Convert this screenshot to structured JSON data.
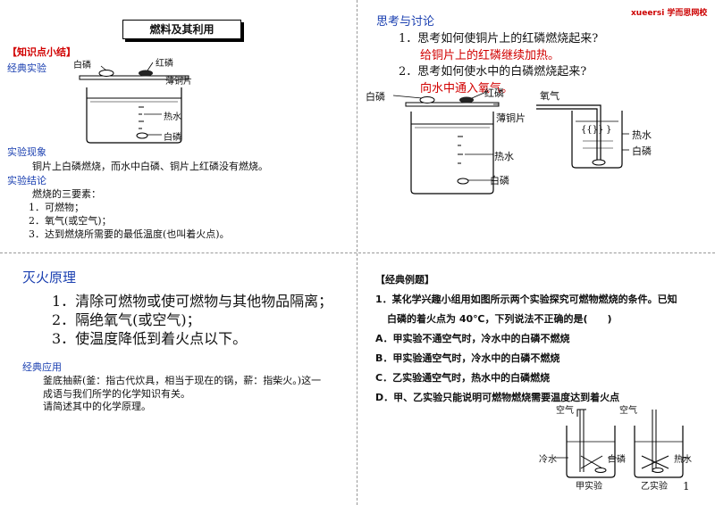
{
  "q1": {
    "title": "燃料及其利用",
    "section_tag": "【知识点小结】",
    "classic_label": "经典实验",
    "fig_labels": {
      "white_p_top": "白磷",
      "red_p": "红磷",
      "copper": "薄铜片",
      "hot_water": "热水",
      "white_p_bottom": "白磷"
    },
    "phenomenon_label": "实验现象",
    "phenomenon_text": "铜片上白磷燃烧，而水中白磷、铜片上红磷没有燃烧。",
    "conclusion_label": "实验结论",
    "conclusion_intro": "燃烧的三要素：",
    "conclusion_items": [
      "1．可燃物；",
      "2．氧气(或空气)；",
      "3．达到燃烧所需要的最低温度(也叫着火点)。"
    ]
  },
  "q2": {
    "logo_text": "xueersi 学而思网校",
    "heading": "思考与讨论",
    "q1": "1．思考如何使铜片上的红磷燃烧起来?",
    "a1": "给铜片上的红磷继续加热。",
    "q2": "2．思考如何使水中的白磷燃烧起来?",
    "a2": "向水中通入氧气。",
    "fig_left": {
      "white_p": "白磷",
      "red_p": "红磷",
      "copper": "薄铜片",
      "hot_water": "热水",
      "white_p_bottom": "白磷"
    },
    "fig_right": {
      "oxygen": "氧气",
      "hot_water": "热水",
      "white_p": "白磷"
    }
  },
  "q3": {
    "heading": "灭火原理",
    "items": [
      "1．清除可燃物或使可燃物与其他物品隔离；",
      "2．隔绝氧气(或空气)；",
      "3．使温度降低到着火点以下。"
    ],
    "app_label": "经典应用",
    "app_text": [
      "釜底抽薪(釜：指古代炊具，相当于现在的锅，薪：指柴火。)这一",
      "成语与我们所学的化学知识有关。",
      "请简述其中的化学原理。"
    ]
  },
  "q4": {
    "heading": "【经典例题】",
    "question_line1": "1．某化学兴趣小组用如图所示两个实验探究可燃物燃烧的条件。已知",
    "question_line2": "白磷的着火点为 40℃，下列说法不正确的是(　　)",
    "options": [
      "A．甲实验不通空气时，冷水中的白磷不燃烧",
      "B．甲实验通空气时，冷水中的白磷不燃烧",
      "C．乙实验通空气时，热水中的白磷燃烧",
      "D．甲、乙实验只能说明可燃物燃烧需要温度达到着火点"
    ],
    "fig": {
      "air_left": "空气",
      "air_right": "空气",
      "cold_water": "冷水",
      "white_p": "白磷",
      "hot_water": "热水",
      "label_jia": "甲实验",
      "label_yi": "乙实验"
    },
    "page_number": "1"
  }
}
